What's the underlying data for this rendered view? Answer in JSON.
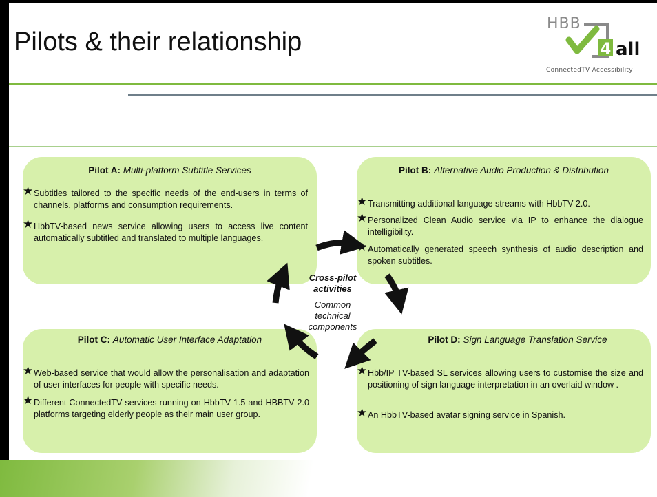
{
  "slide": {
    "title": "Pilots & their relationship",
    "logo": {
      "hbb": "HBB",
      "four_all": "4all",
      "subtitle": "ConnectedTV Accessibility"
    }
  },
  "center": {
    "line1": "Cross-pilot",
    "line2": "activities",
    "line3": "Common",
    "line4": "technical",
    "line5": "components"
  },
  "pilots": [
    {
      "label": "Pilot A:",
      "name": "Multi-platform Subtitle Services",
      "bullets": [
        "Subtitles tailored to the specific needs of the end-users in terms of channels, platforms and consumption requirements.",
        "HbbTV-based news service allowing users to access live content automatically subtitled and translated to multiple languages."
      ]
    },
    {
      "label": "Pilot B:",
      "name": "Alternative Audio Production & Distribution",
      "bullets": [
        "Transmitting additional language streams with HbbTV 2.0.",
        "Personalized Clean Audio service via IP to enhance the dialogue intelligibility.",
        "Automatically generated speech synthesis of audio description and spoken subtitles."
      ]
    },
    {
      "label": "Pilot C:",
      "name": "Automatic User Interface Adaptation",
      "bullets": [
        "Web-based service that would allow the personalisation and adaptation of user interfaces for people with specific needs.",
        "Different ConnectedTV services running on HbbTV 1.5 and HBBTV 2.0 platforms targeting elderly people as their main user group."
      ]
    },
    {
      "label": "Pilot D:",
      "name": "Sign Language Translation Service",
      "bullets": [
        "Hbb/IP TV-based SL services allowing users to customise the size and positioning of sign language interpretation in an overlaid window .",
        "An HbbTV-based avatar signing service in Spanish."
      ]
    }
  ],
  "colors": {
    "box": "#d7f0ab",
    "accent": "#7fba3f",
    "rule": "#6f7f8a"
  },
  "icons": [
    "star-bullet-icon",
    "cycle-arrow-icon",
    "checkmark-icon"
  ]
}
